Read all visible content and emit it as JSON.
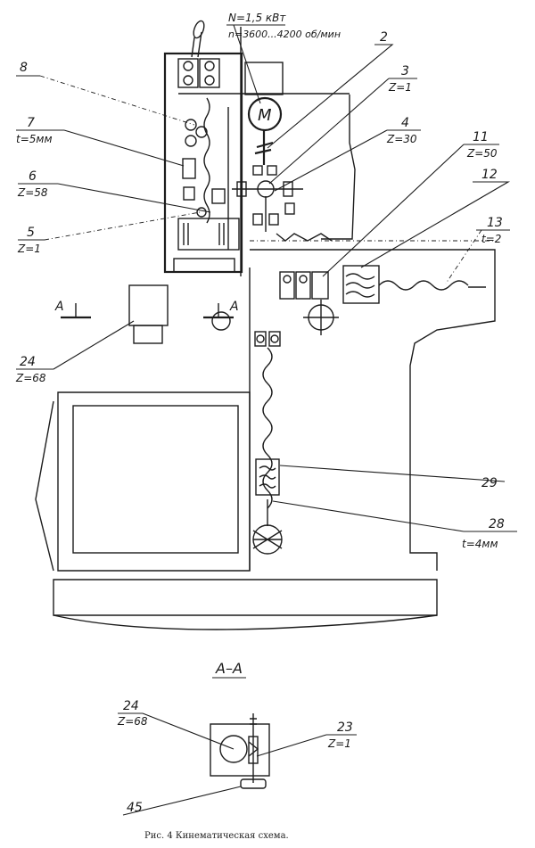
{
  "motor": {
    "power": "N=1,5 кВт",
    "speed": "n=3600...4200 об/мин",
    "symbol": "M"
  },
  "callouts": [
    {
      "id": "8",
      "param": ""
    },
    {
      "id": "7",
      "param": "t=5мм"
    },
    {
      "id": "6",
      "param": "Z=58"
    },
    {
      "id": "5",
      "param": "Z=1"
    },
    {
      "id": "2",
      "param": ""
    },
    {
      "id": "3",
      "param": "Z=1"
    },
    {
      "id": "4",
      "param": "Z=30"
    },
    {
      "id": "11",
      "param": "Z=50"
    },
    {
      "id": "12",
      "param": ""
    },
    {
      "id": "13",
      "param": "t=2"
    },
    {
      "id": "24",
      "param": "Z=68"
    },
    {
      "id": "29",
      "param": ""
    },
    {
      "id": "28",
      "param": "t=4мм"
    }
  ],
  "section_marks": {
    "left": "A",
    "right": "A"
  },
  "section_view": {
    "title": "А–А",
    "callouts": [
      {
        "id": "24",
        "param": "Z=68"
      },
      {
        "id": "23",
        "param": "Z=1"
      },
      {
        "id": "45",
        "param": ""
      }
    ]
  },
  "caption": "Рис. 4   Кинематическая схема."
}
